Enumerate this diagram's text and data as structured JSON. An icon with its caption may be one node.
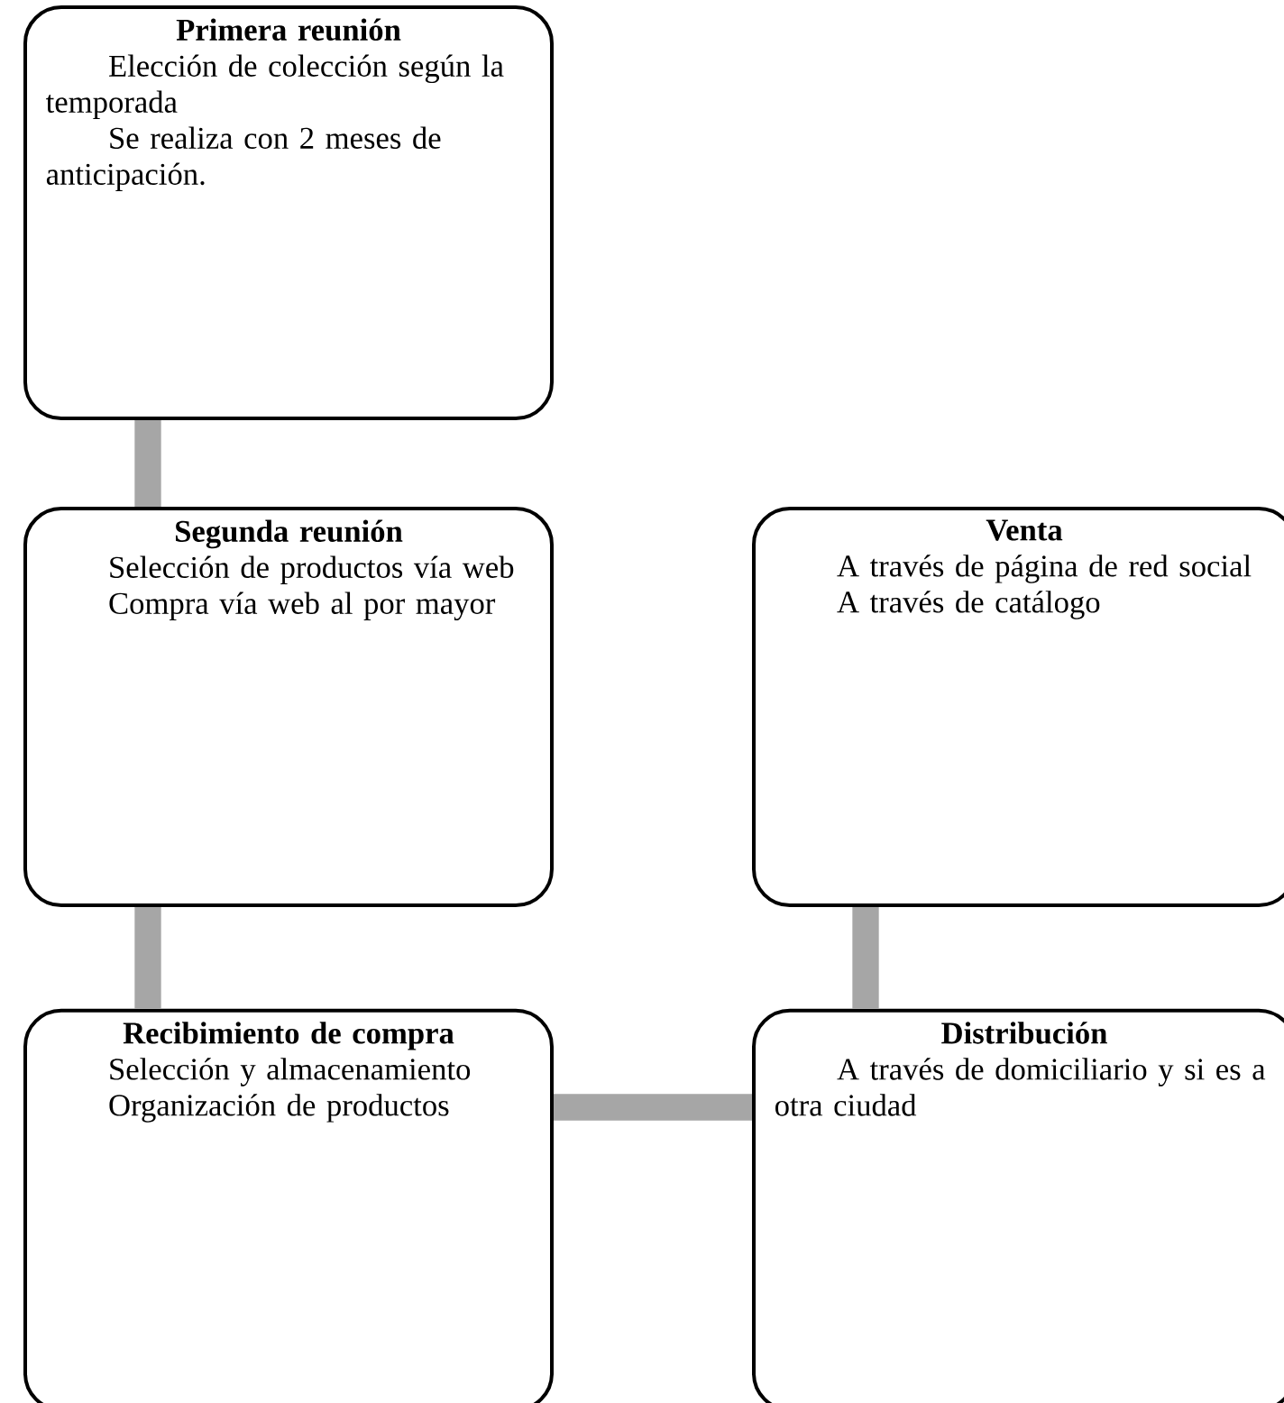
{
  "diagram": {
    "nodes": [
      {
        "text": [
          "Primera reunión",
          "Elección de colección según la temporada",
          "Se realiza con 2 meses de anticipación."
        ]
      },
      {
        "text": [
          "Segunda reunión",
          "Selección de productos vía web",
          "Compra vía web al por mayor"
        ]
      },
      {
        "text": [
          "Recibimiento de compra",
          "Selección y almacenamiento",
          "Organización de productos"
        ]
      },
      {
        "text": [
          "Venta",
          "A través de página de red social",
          "A través de catálogo"
        ]
      },
      {
        "text": [
          "Distribución",
          "A través de domiciliario y si es a otra ciudad"
        ]
      }
    ],
    "edges": [
      {
        "from": 0,
        "to": 1,
        "arrow": "none"
      },
      {
        "from": 1,
        "to": 2,
        "arrow": "none"
      },
      {
        "from": 2,
        "to": 4,
        "arrow": "none"
      },
      {
        "from": 4,
        "to": 3,
        "arrow": "none"
      }
    ]
  }
}
